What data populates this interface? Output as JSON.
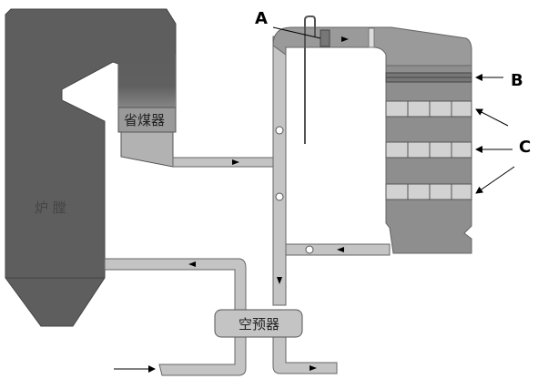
{
  "diagram": {
    "labels": {
      "furnace": "炉 膛",
      "economizer": "省煤器",
      "air_preheater": "空预器",
      "A": "A",
      "B": "B",
      "C": "C"
    },
    "colors": {
      "furnace": "#5e5e5e",
      "duct": "#c4c4c4",
      "reactor": "#8e8e8e",
      "catalyst": "#d2d2d2",
      "outline": "#555555"
    }
  }
}
